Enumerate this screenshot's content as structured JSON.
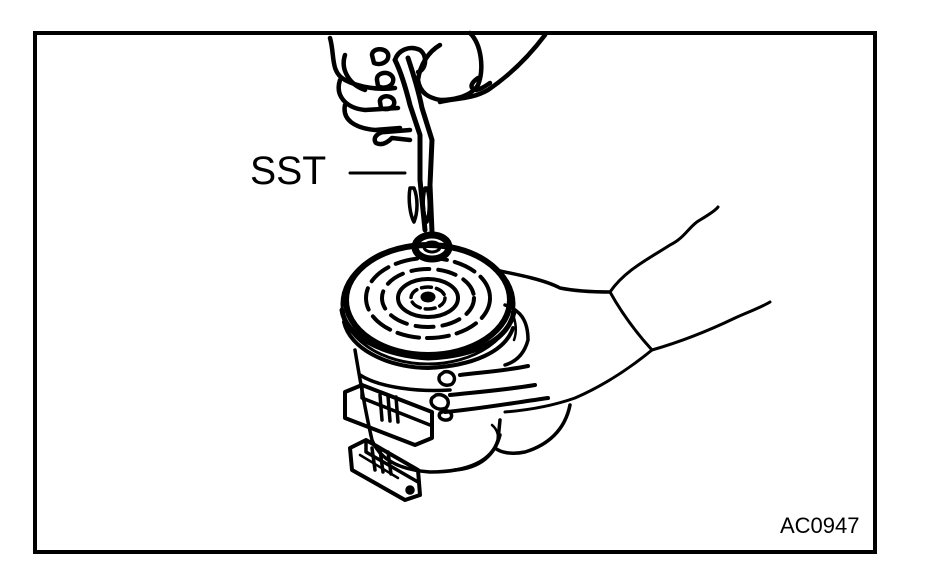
{
  "figure": {
    "callouts": [
      {
        "label": "SST",
        "target": "special-service-tool"
      }
    ],
    "figure_code": "AC0947",
    "icons": {
      "illustration": "compressor-clutch-pulley-removal-drawing"
    },
    "colors": {
      "line": "#000000",
      "background": "#ffffff"
    }
  }
}
